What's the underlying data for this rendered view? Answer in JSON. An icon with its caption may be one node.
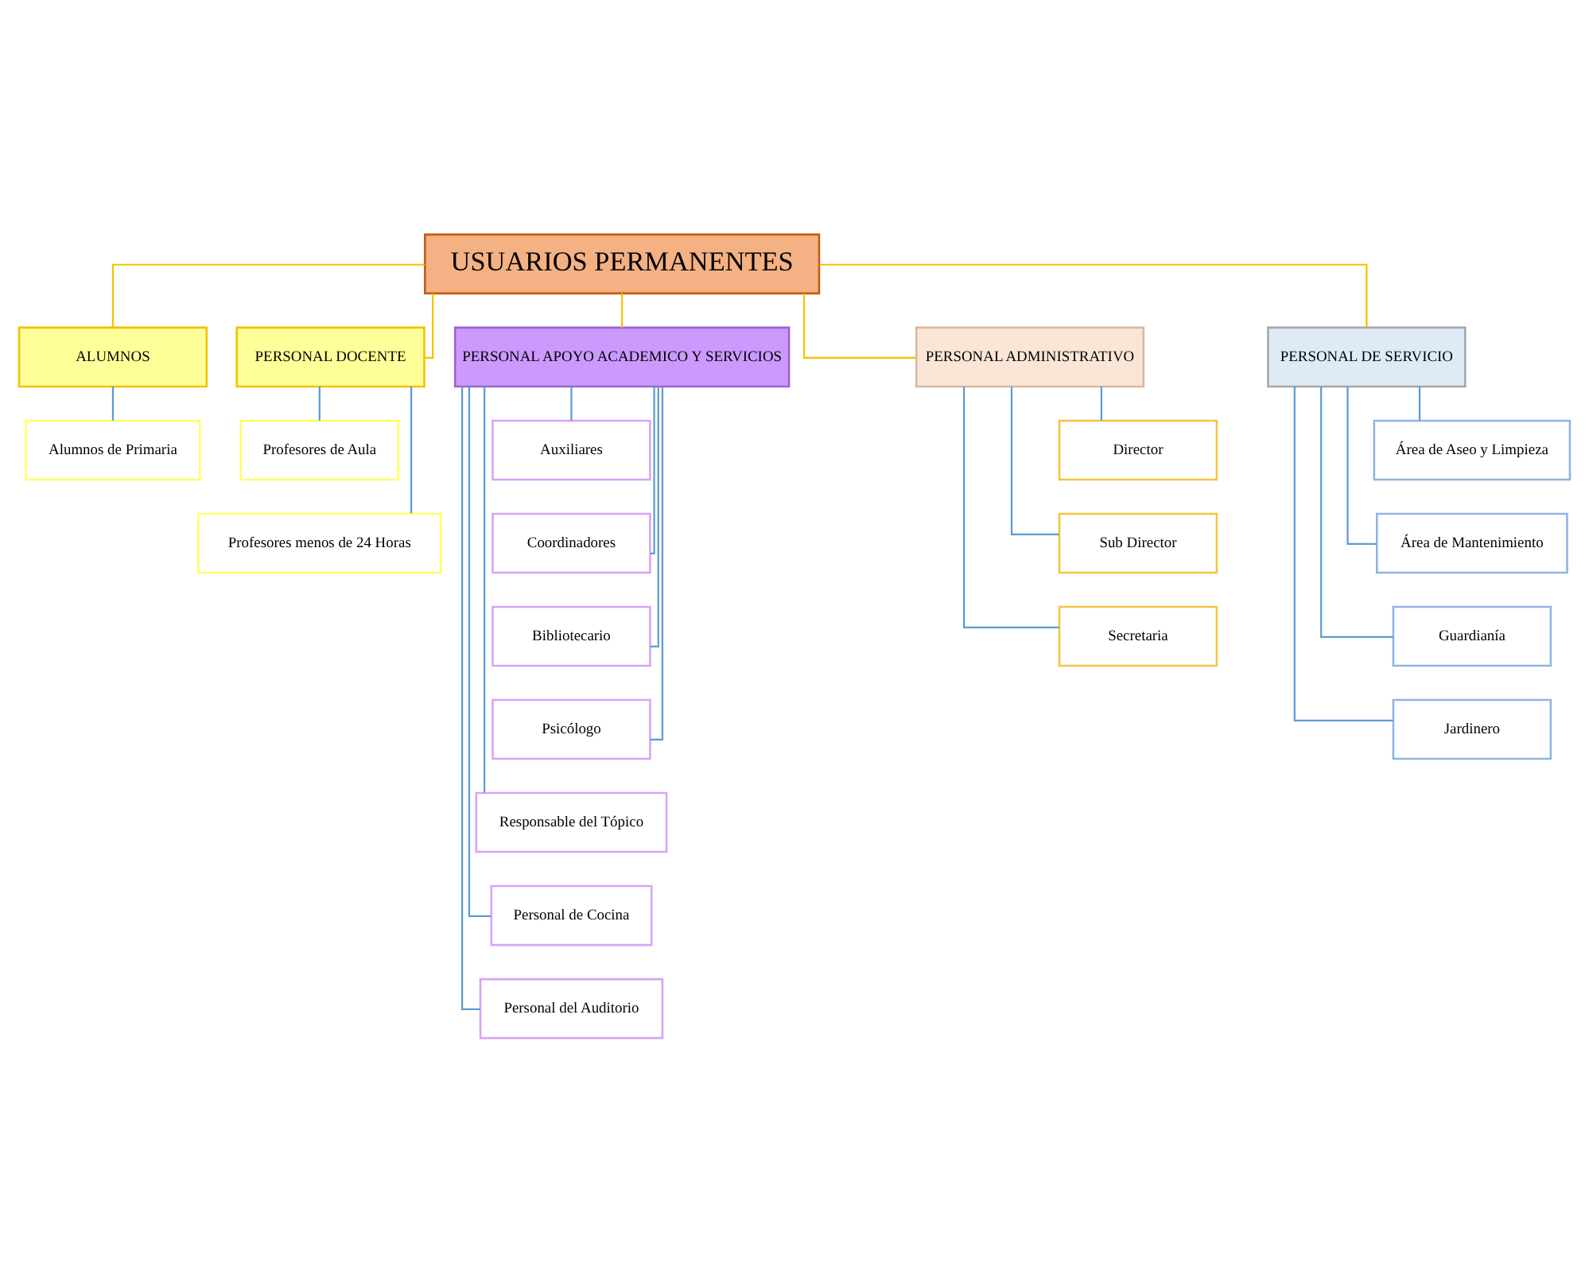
{
  "diagram": {
    "nodes": [
      {
        "text": [
          "USUARIOS PERMANENTES"
        ]
      },
      {
        "text": [
          "ALUMNOS"
        ]
      },
      {
        "text": [
          "PERSONAL DOCENTE"
        ]
      },
      {
        "text": [
          "PERSONAL APOYO ACADEMICO Y SERVICIOS"
        ]
      },
      {
        "text": [
          "PERSONAL ADMINISTRATIVO"
        ]
      },
      {
        "text": [
          "PERSONAL DE SERVICIO"
        ]
      },
      {
        "text": [
          "Alumnos de Primaria"
        ]
      },
      {
        "text": [
          "Profesores de Aula"
        ]
      },
      {
        "text": [
          "Profesores menos de 24 Horas"
        ]
      },
      {
        "text": [
          "Auxiliares"
        ]
      },
      {
        "text": [
          "Coordinadores"
        ]
      },
      {
        "text": [
          "Bibliotecario"
        ]
      },
      {
        "text": [
          "Psicólogo"
        ]
      },
      {
        "text": [
          "Responsable del Tópico"
        ]
      },
      {
        "text": [
          "Personal de Cocina"
        ]
      },
      {
        "text": [
          "Personal del Auditorio"
        ]
      },
      {
        "text": [
          "Director"
        ]
      },
      {
        "text": [
          "Sub Director"
        ]
      },
      {
        "text": [
          "Secretaria"
        ]
      },
      {
        "text": [
          "Área de Aseo y Limpieza"
        ]
      },
      {
        "text": [
          "Área de Mantenimiento"
        ]
      },
      {
        "text": [
          "Guardianía"
        ]
      },
      {
        "text": [
          "Jardinero"
        ]
      }
    ],
    "edges": [
      {
        "from": 0,
        "to": 1,
        "arrow": "none",
        "color": "#f2c200"
      },
      {
        "from": 0,
        "to": 2,
        "arrow": "none",
        "color": "#f2c200"
      },
      {
        "from": 0,
        "to": 3,
        "arrow": "none",
        "color": "#f2c200"
      },
      {
        "from": 0,
        "to": 4,
        "arrow": "none",
        "color": "#f2c200"
      },
      {
        "from": 0,
        "to": 5,
        "arrow": "none",
        "color": "#f2c200"
      },
      {
        "from": 1,
        "to": 6,
        "arrow": "none"
      },
      {
        "from": 2,
        "to": 7,
        "arrow": "none"
      },
      {
        "from": 2,
        "to": 8,
        "arrow": "none"
      },
      {
        "from": 3,
        "to": 9,
        "arrow": "none"
      },
      {
        "from": 3,
        "to": 10,
        "arrow": "none"
      },
      {
        "from": 3,
        "to": 11,
        "arrow": "none"
      },
      {
        "from": 3,
        "to": 12,
        "arrow": "none"
      },
      {
        "from": 3,
        "to": 13,
        "arrow": "none"
      },
      {
        "from": 3,
        "to": 14,
        "arrow": "none"
      },
      {
        "from": 3,
        "to": 15,
        "arrow": "none"
      },
      {
        "from": 4,
        "to": 16,
        "arrow": "none"
      },
      {
        "from": 4,
        "to": 17,
        "arrow": "none"
      },
      {
        "from": 4,
        "to": 18,
        "arrow": "none"
      },
      {
        "from": 5,
        "to": 19,
        "arrow": "none"
      },
      {
        "from": 5,
        "to": 20,
        "arrow": "none"
      },
      {
        "from": 5,
        "to": 21,
        "arrow": "none"
      },
      {
        "from": 5,
        "to": 22,
        "arrow": "none"
      }
    ]
  }
}
